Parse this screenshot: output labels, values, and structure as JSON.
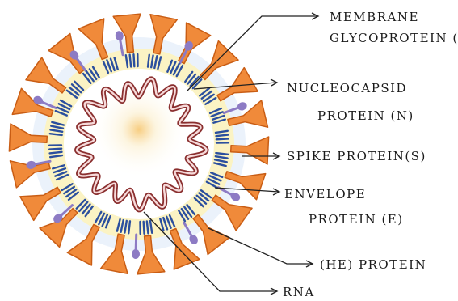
{
  "diagram": {
    "labels": {
      "membrane_line1": "MEMBRANE",
      "membrane_line2": "GLYCOPROTEIN (M)",
      "nucleocapsid_line1": "NUCLEOCAPSID",
      "nucleocapsid_line2": "PROTEIN (N)",
      "spike": "SPIKE PROTEIN(S)",
      "envelope_line1": "ENVELOPE",
      "envelope_line2": "PROTEIN (E)",
      "he": "(HE) PROTEIN",
      "rna": "RNA"
    },
    "colors": {
      "envelope_band": "#fbf3c4",
      "spike_fill": "#f08a3a",
      "spike_stroke": "#c95d14",
      "m_protein": "#2b4f9e",
      "he_protein": "#8d7bc4",
      "rna_outer": "#8a2f2f",
      "rna_inner": "#f6d9d9",
      "core_glow": "#f7c97a",
      "blue_halo": "#bcd3f2"
    }
  }
}
